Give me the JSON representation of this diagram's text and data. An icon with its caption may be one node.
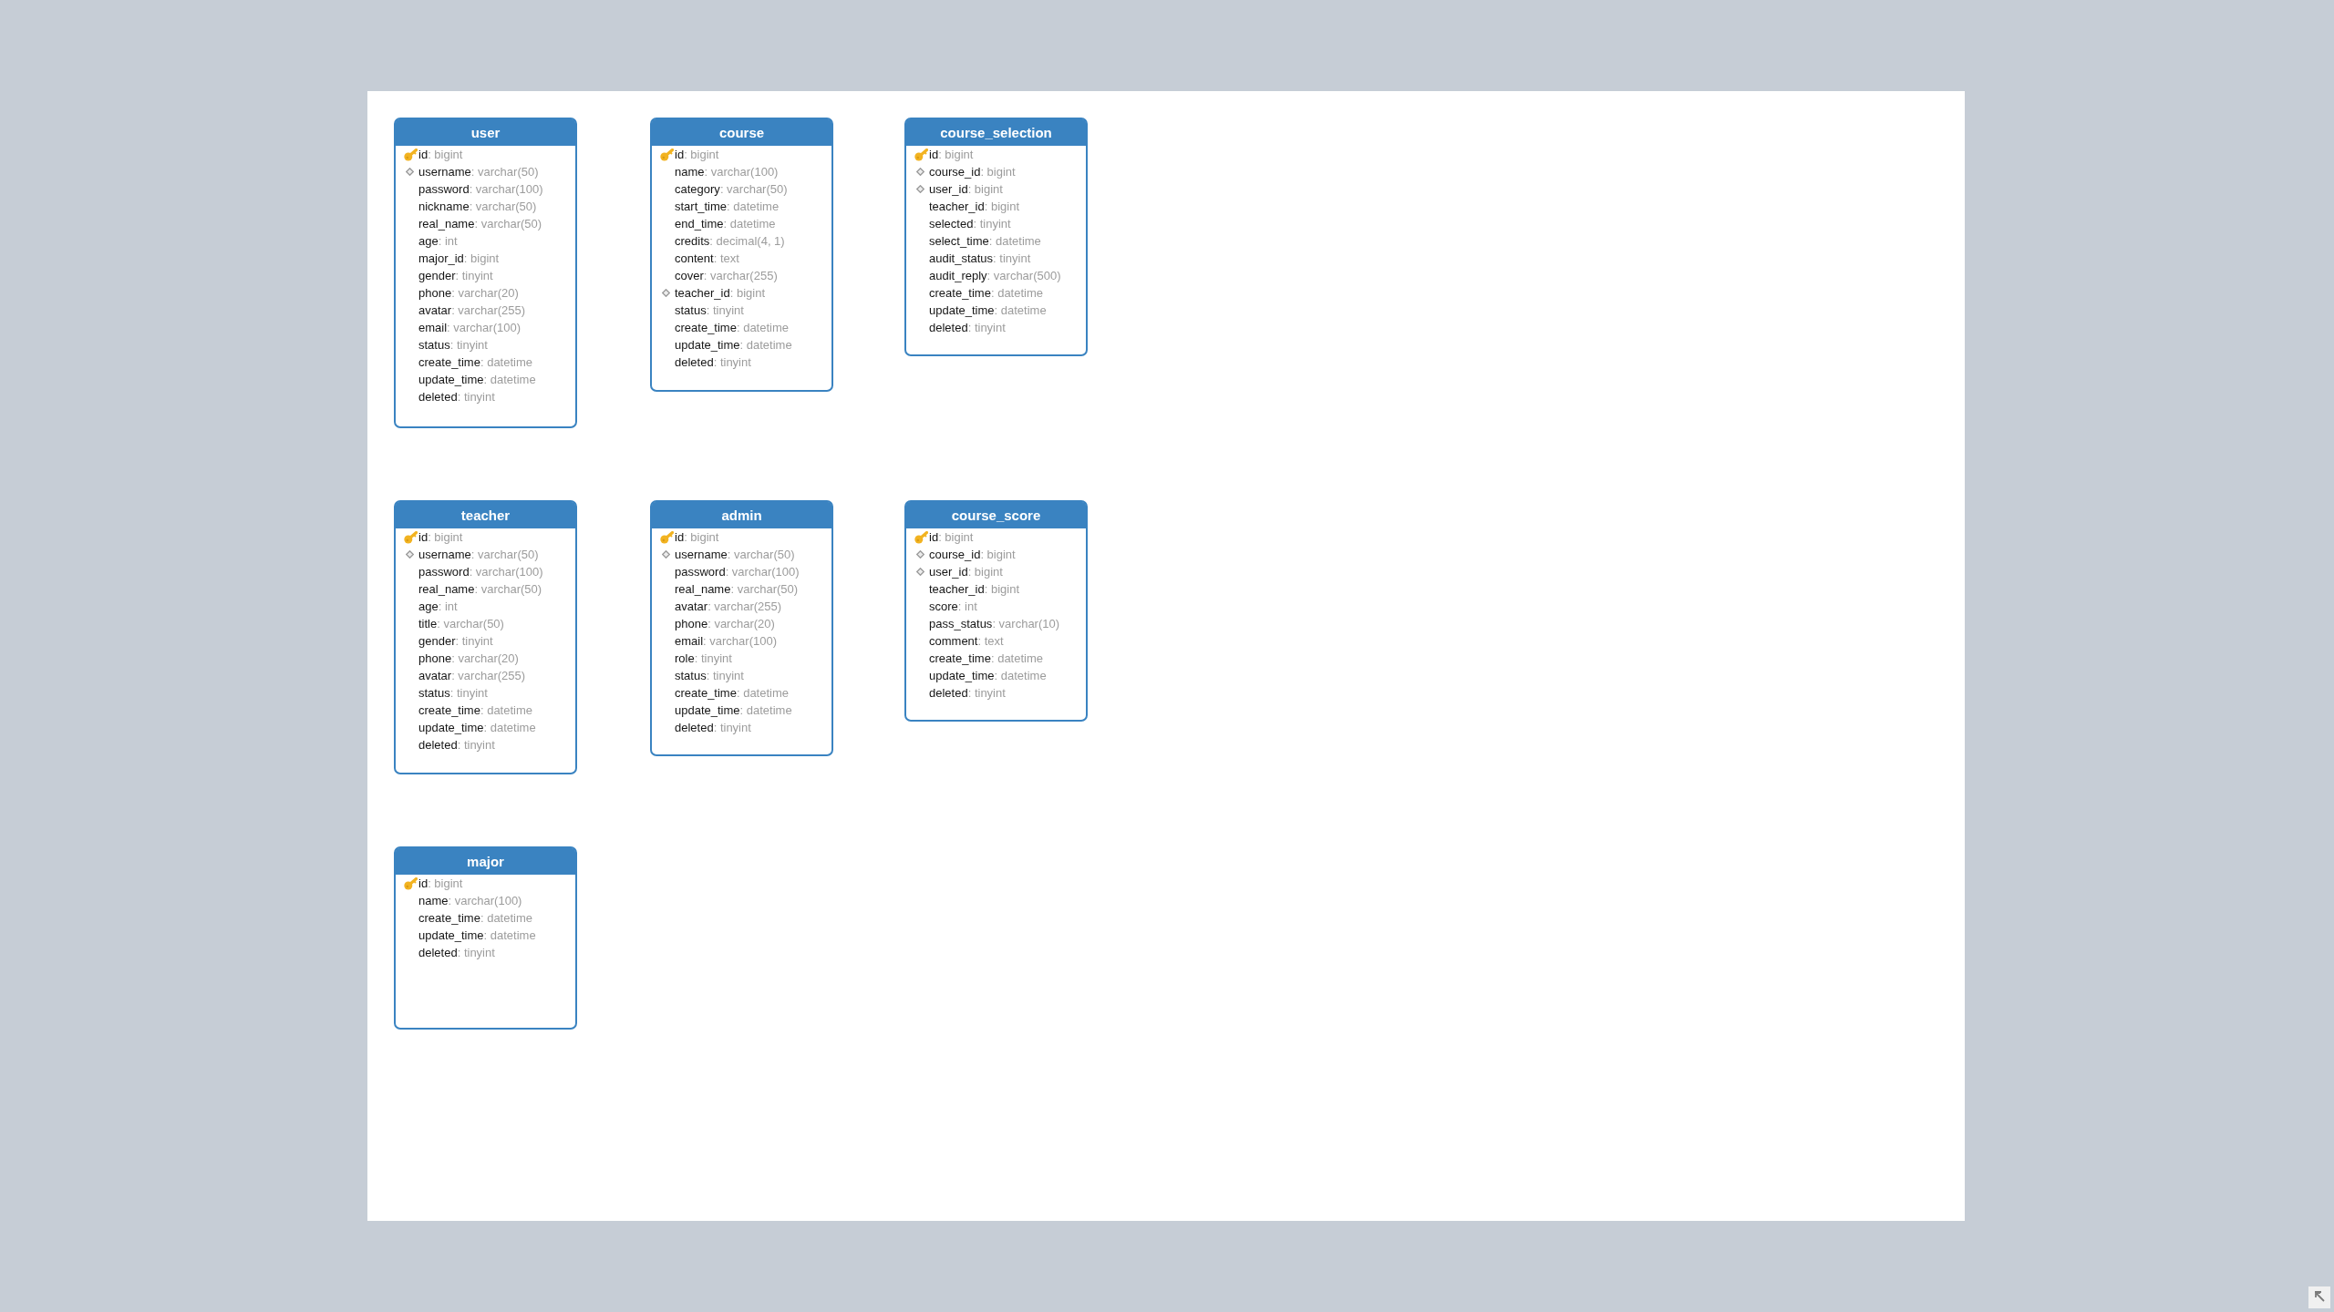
{
  "diagram": {
    "nodes": [
      {
        "text": [
          "user",
          "id: bigint",
          "username: varchar(50)",
          "password: varchar(100)",
          "nickname: varchar(50)",
          "real_name: varchar(50)",
          "age: int",
          "major_id: bigint",
          "gender: tinyint",
          "phone: varchar(20)",
          "avatar: varchar(255)",
          "email: varchar(100)",
          "status: tinyint",
          "create_time: datetime",
          "update_time: datetime",
          "deleted: tinyint"
        ]
      },
      {
        "text": [
          "course",
          "id: bigint",
          "name: varchar(100)",
          "category: varchar(50)",
          "start_time: datetime",
          "end_time: datetime",
          "credits: decimal(4, 1)",
          "content: text",
          "cover: varchar(255)",
          "teacher_id: bigint",
          "status: tinyint",
          "create_time: datetime",
          "update_time: datetime",
          "deleted: tinyint"
        ]
      },
      {
        "text": [
          "course_selection",
          "id: bigint",
          "course_id: bigint",
          "user_id: bigint",
          "teacher_id: bigint",
          "selected: tinyint",
          "select_time: datetime",
          "audit_status: tinyint",
          "audit_reply: varchar(500)",
          "create_time: datetime",
          "update_time: datetime",
          "deleted: tinyint"
        ]
      },
      {
        "text": [
          "teacher",
          "id: bigint",
          "username: varchar(50)",
          "password: varchar(100)",
          "real_name: varchar(50)",
          "age: int",
          "title: varchar(50)",
          "gender: tinyint",
          "phone: varchar(20)",
          "avatar: varchar(255)",
          "status: tinyint",
          "create_time: datetime",
          "update_time: datetime",
          "deleted: tinyint"
        ]
      },
      {
        "text": [
          "admin",
          "id: bigint",
          "username: varchar(50)",
          "password: varchar(100)",
          "real_name: varchar(50)",
          "avatar: varchar(255)",
          "phone: varchar(20)",
          "email: varchar(100)",
          "role: tinyint",
          "status: tinyint",
          "create_time: datetime",
          "update_time: datetime",
          "deleted: tinyint"
        ]
      },
      {
        "text": [
          "course_score",
          "id: bigint",
          "course_id: bigint",
          "user_id: bigint",
          "teacher_id: bigint",
          "score: int",
          "pass_status: varchar(10)",
          "comment: text",
          "create_time: datetime",
          "update_time: datetime",
          "deleted: tinyint"
        ]
      },
      {
        "text": [
          "major",
          "id: bigint",
          "name: varchar(100)",
          "create_time: datetime",
          "update_time: datetime",
          "deleted: tinyint"
        ]
      }
    ]
  }
}
